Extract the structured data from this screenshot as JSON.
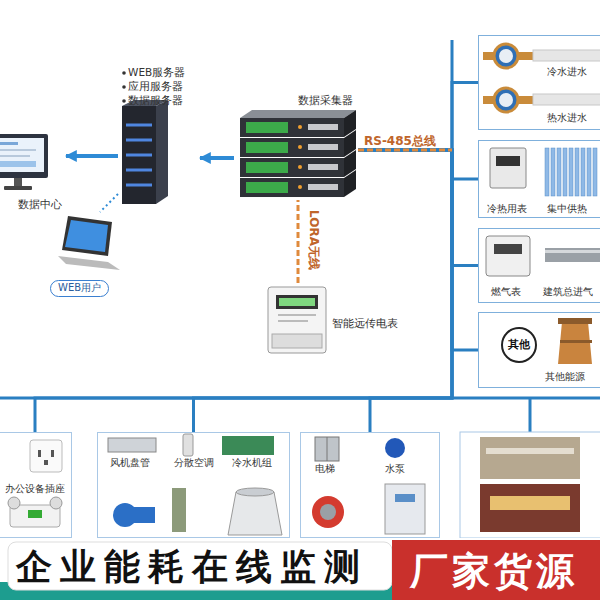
{
  "diagram": {
    "title": "企业能耗在线监测",
    "nodes": [
      {
        "text": [
          "数据中心"
        ]
      },
      {
        "text": [
          "WEB服务器",
          "应用服务器",
          "数据服务器"
        ]
      },
      {
        "text": [
          "WEB用户"
        ]
      },
      {
        "text": [
          "数据采集器"
        ]
      },
      {
        "text": [
          "智能远传电表"
        ]
      },
      {
        "text": [
          "冷水进水",
          "热水进水"
        ]
      },
      {
        "text": [
          "冷热用表",
          "集中供热"
        ]
      },
      {
        "text": [
          "燃气表",
          "建筑总进气"
        ]
      },
      {
        "text": [
          "其他能源"
        ]
      },
      {
        "text": [
          "其他"
        ],
        "in": 8
      },
      {
        "text": [
          "办公设备插座"
        ]
      },
      {
        "text": [
          "风机盘管",
          "分散空调",
          "冷水机组"
        ]
      },
      {
        "text": [
          "电梯",
          "水泵"
        ]
      }
    ],
    "edges": [
      {
        "from": 1,
        "to": 0,
        "arrow": "to"
      },
      {
        "from": 1,
        "to": 2,
        "arrow": "none"
      },
      {
        "from": 3,
        "to": 1,
        "arrow": "to"
      },
      {
        "from": 3,
        "to": 5,
        "label": "RS-485总线",
        "arrow": "none"
      },
      {
        "from": 3,
        "to": 6,
        "arrow": "none"
      },
      {
        "from": 3,
        "to": 7,
        "arrow": "none"
      },
      {
        "from": 3,
        "to": 8,
        "arrow": "none"
      },
      {
        "from": 4,
        "to": 3,
        "label": "LORA无线",
        "arrow": "none"
      },
      {
        "from": 3,
        "to": 10,
        "arrow": "none"
      },
      {
        "from": 3,
        "to": 11,
        "arrow": "none"
      },
      {
        "from": 3,
        "to": 12,
        "arrow": "none"
      }
    ],
    "labels": [
      "厂家货源"
    ]
  }
}
